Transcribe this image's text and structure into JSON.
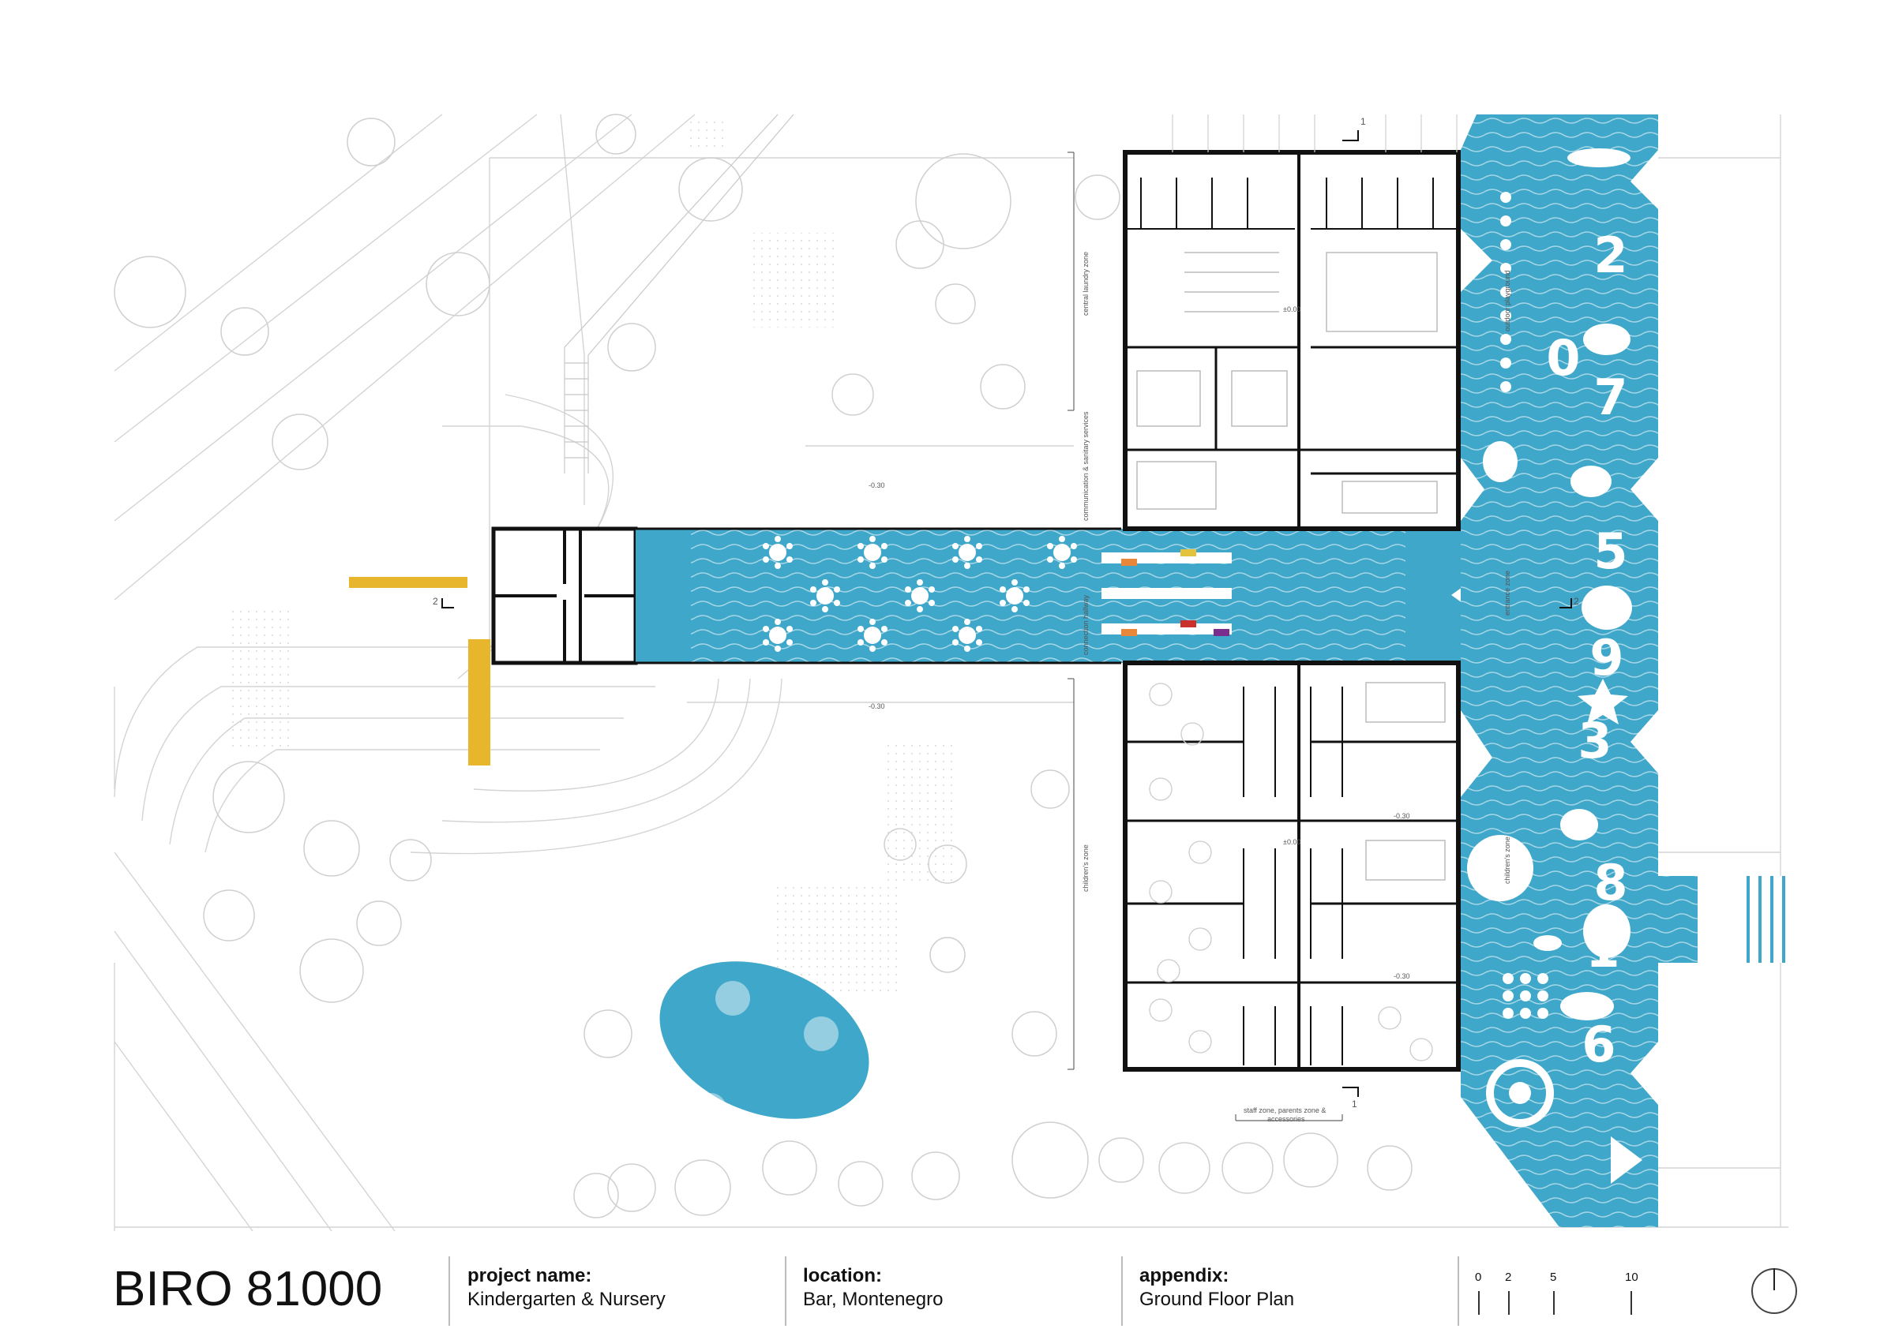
{
  "title_block": {
    "brand": "BIRO 81000",
    "project_label": "project name:",
    "project_value": "Kindergarten & Nursery",
    "location_label": "location:",
    "location_value": "Bar, Montenegro",
    "appendix_label": "appendix:",
    "appendix_value": "Ground Floor Plan",
    "scale_ticks": [
      "0",
      "2",
      "5",
      "10"
    ]
  },
  "plan": {
    "zone_labels": {
      "central_laundry": "central laundry zone",
      "communication": "communication & sanitary services",
      "connection": "connection hallway",
      "childrens_zone_left": "children's zone",
      "childrens_zone_right": "children's zone",
      "staff_zone": "staff zone, parents zone &",
      "staff_zone_2": "accessories",
      "entry": "entrance zone",
      "outdoor_pl": "outdoor playground"
    },
    "levels": [
      "-0.30",
      "-0.30",
      "±0.00",
      "±0.00",
      "-0.30",
      "-0.30"
    ],
    "section_marks": [
      "1",
      "1",
      "2",
      "2"
    ],
    "playground_glyphs": [
      "2",
      "0",
      "7",
      "5",
      "9",
      "3",
      "8",
      "1",
      "6"
    ]
  },
  "colors": {
    "water": "#3fa7c9",
    "stair_yellow": "#e8b62c",
    "wall": "#111111",
    "site_line": "#cfcfcf",
    "accent_orange": "#e8873a",
    "accent_red": "#c9302c",
    "accent_purple": "#7b2d8e",
    "accent_yellow": "#e4c23b"
  }
}
